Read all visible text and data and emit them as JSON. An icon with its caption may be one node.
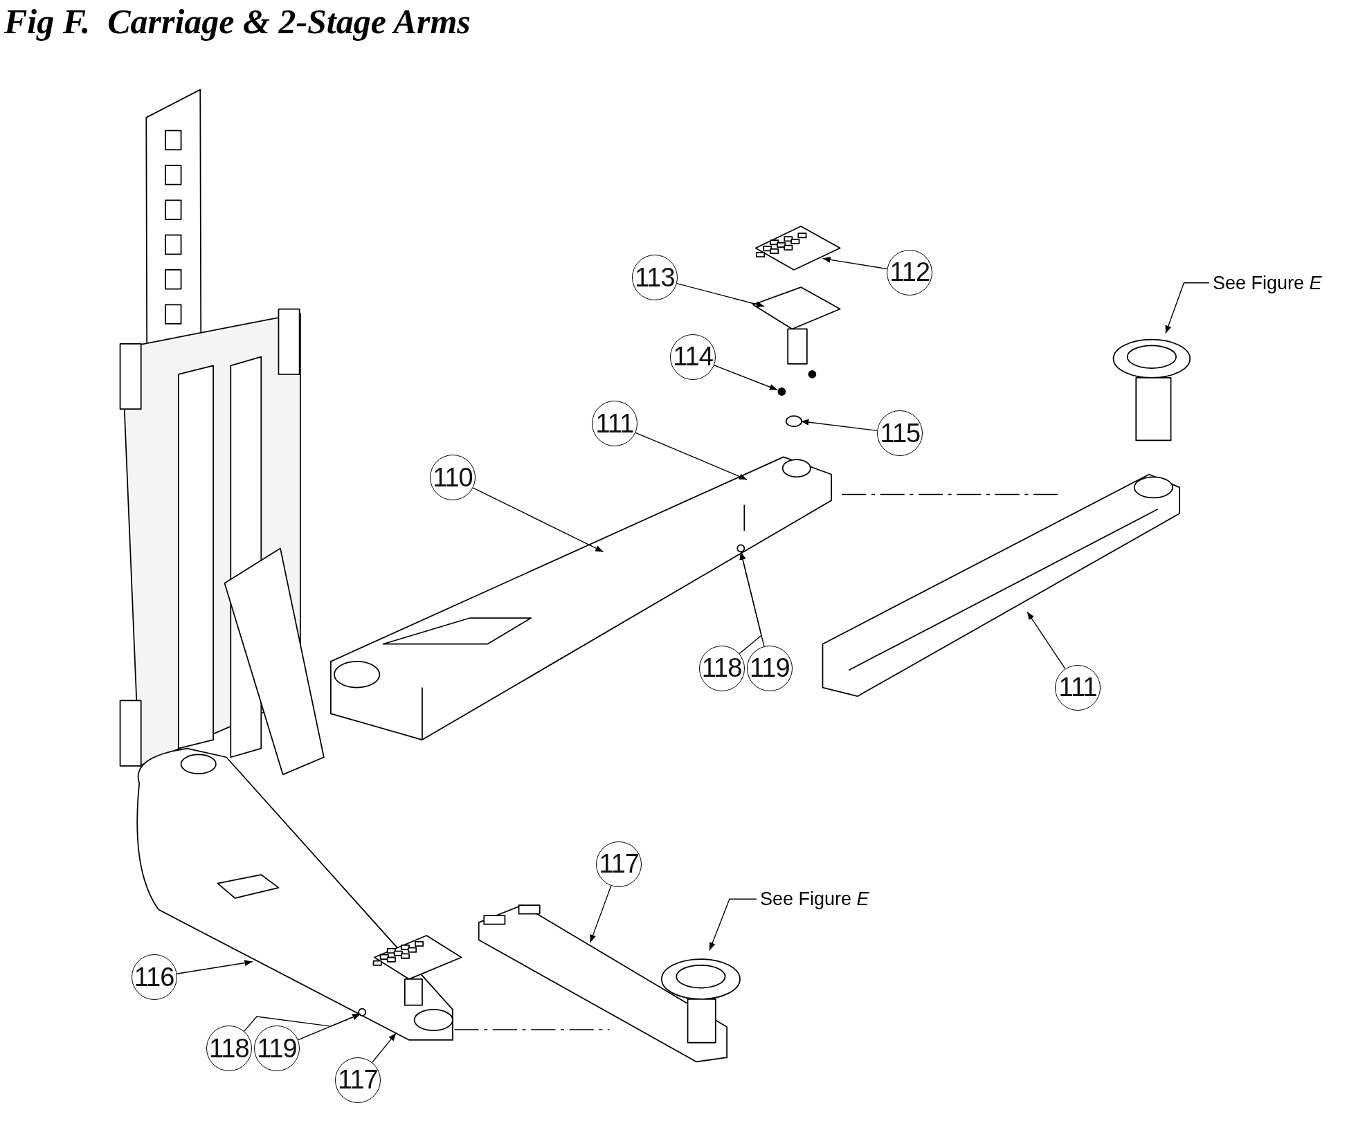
{
  "diagram": {
    "title": "Fig F.  Carriage & 2-Stage Arms",
    "nodes": [
      {
        "text": [
          "113"
        ]
      },
      {
        "text": [
          "112"
        ]
      },
      {
        "text": [
          "See Figure *E*"
        ]
      },
      {
        "text": [
          "114"
        ]
      },
      {
        "text": [
          "111"
        ]
      },
      {
        "text": [
          "115"
        ]
      },
      {
        "text": [
          "110"
        ]
      },
      {
        "text": [
          "118"
        ]
      },
      {
        "text": [
          "119"
        ]
      },
      {
        "text": [
          "111"
        ]
      },
      {
        "text": [
          "117"
        ]
      },
      {
        "text": [
          "See Figure *E*"
        ]
      },
      {
        "text": [
          "116"
        ]
      },
      {
        "text": [
          "118"
        ]
      },
      {
        "text": [
          "119"
        ]
      },
      {
        "text": [
          "117"
        ]
      }
    ],
    "edges": [
      {
        "from": 0,
        "to": null,
        "arrow": "to"
      },
      {
        "from": 1,
        "to": null,
        "arrow": "to"
      },
      {
        "from": 2,
        "to": null,
        "arrow": "to"
      },
      {
        "from": 3,
        "to": null,
        "arrow": "to"
      },
      {
        "from": 4,
        "to": null,
        "arrow": "to"
      },
      {
        "from": 5,
        "to": null,
        "arrow": "to"
      },
      {
        "from": 6,
        "to": null,
        "arrow": "to"
      },
      {
        "from": 7,
        "to": null,
        "arrow": "to"
      },
      {
        "from": 8,
        "to": null,
        "arrow": "to"
      },
      {
        "from": 9,
        "to": null,
        "arrow": "to"
      },
      {
        "from": 10,
        "to": null,
        "arrow": "to"
      },
      {
        "from": 11,
        "to": null,
        "arrow": "to"
      },
      {
        "from": 12,
        "to": null,
        "arrow": "to"
      },
      {
        "from": 13,
        "to": null,
        "arrow": "to"
      },
      {
        "from": 14,
        "to": null,
        "arrow": "to"
      },
      {
        "from": 15,
        "to": null,
        "arrow": "to"
      }
    ]
  }
}
